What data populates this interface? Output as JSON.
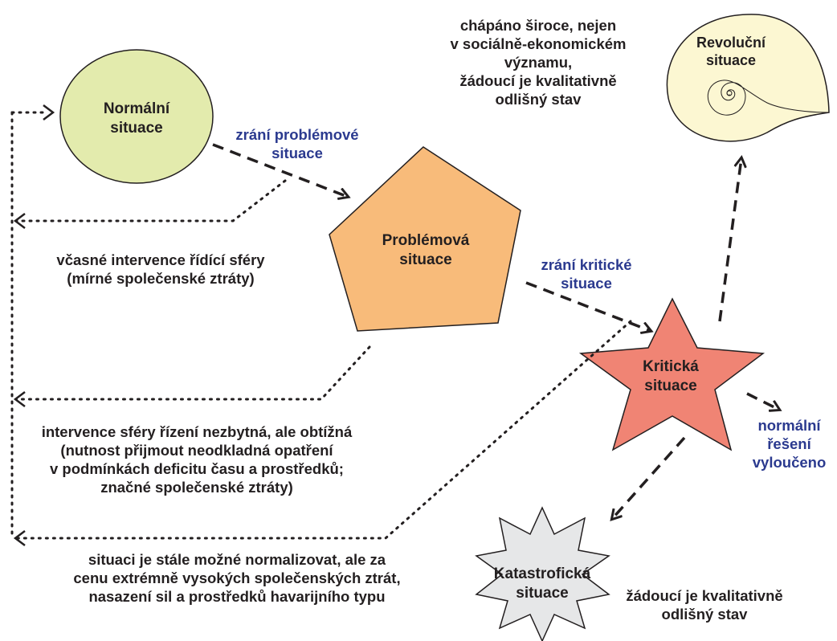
{
  "nodes": {
    "normal": {
      "line1": "Normální",
      "line2": "situace",
      "fill": "#e3ebad"
    },
    "problem": {
      "line1": "Problémová",
      "line2": "situace",
      "fill": "#f8bb7a"
    },
    "critical": {
      "line1": "Kritická",
      "line2": "situace",
      "fill": "#f08474"
    },
    "catastrophic": {
      "line1": "Katastrofická",
      "line2": "situace",
      "fill": "#e6e7e8"
    },
    "revolution": {
      "line1": "Revoluční",
      "line2": "situace",
      "fill": "#fcf7d2"
    }
  },
  "transitions": {
    "to_problem": {
      "line1": "zrání problémové",
      "line2": "situace"
    },
    "to_critical": {
      "line1": "zrání kritické",
      "line2": "situace"
    },
    "normal_solution": {
      "line1": "normální",
      "line2": "řešení",
      "line3": "vyloučeno"
    }
  },
  "notes": {
    "revolution": [
      "chápáno široce, nejen",
      "v sociálně-ekonomickém",
      "významu,",
      "žádoucí je kvalitativně",
      "odlišný stav"
    ],
    "early": [
      "včasné intervence řídící sféry",
      "(mírné společenské ztráty)"
    ],
    "necessary": [
      "intervence sféry řízení nezbytná, ale obtížná",
      "(nutnost přijmout neodkladná opatření",
      "v podmínkách deficitu času a prostředků;",
      "značné společenské ztráty)"
    ],
    "extreme": [
      "situaci je stále možné normalizovat, ale za",
      "cenu extrémně vysokých společenských ztrát,",
      "nasazení sil a prostředků havarijního typu"
    ],
    "catastrophic": [
      "žádoucí je kvalitativně",
      "odlišný stav"
    ]
  },
  "colors": {
    "stroke": "#231f20",
    "blue_text": "#2b3a8f"
  }
}
